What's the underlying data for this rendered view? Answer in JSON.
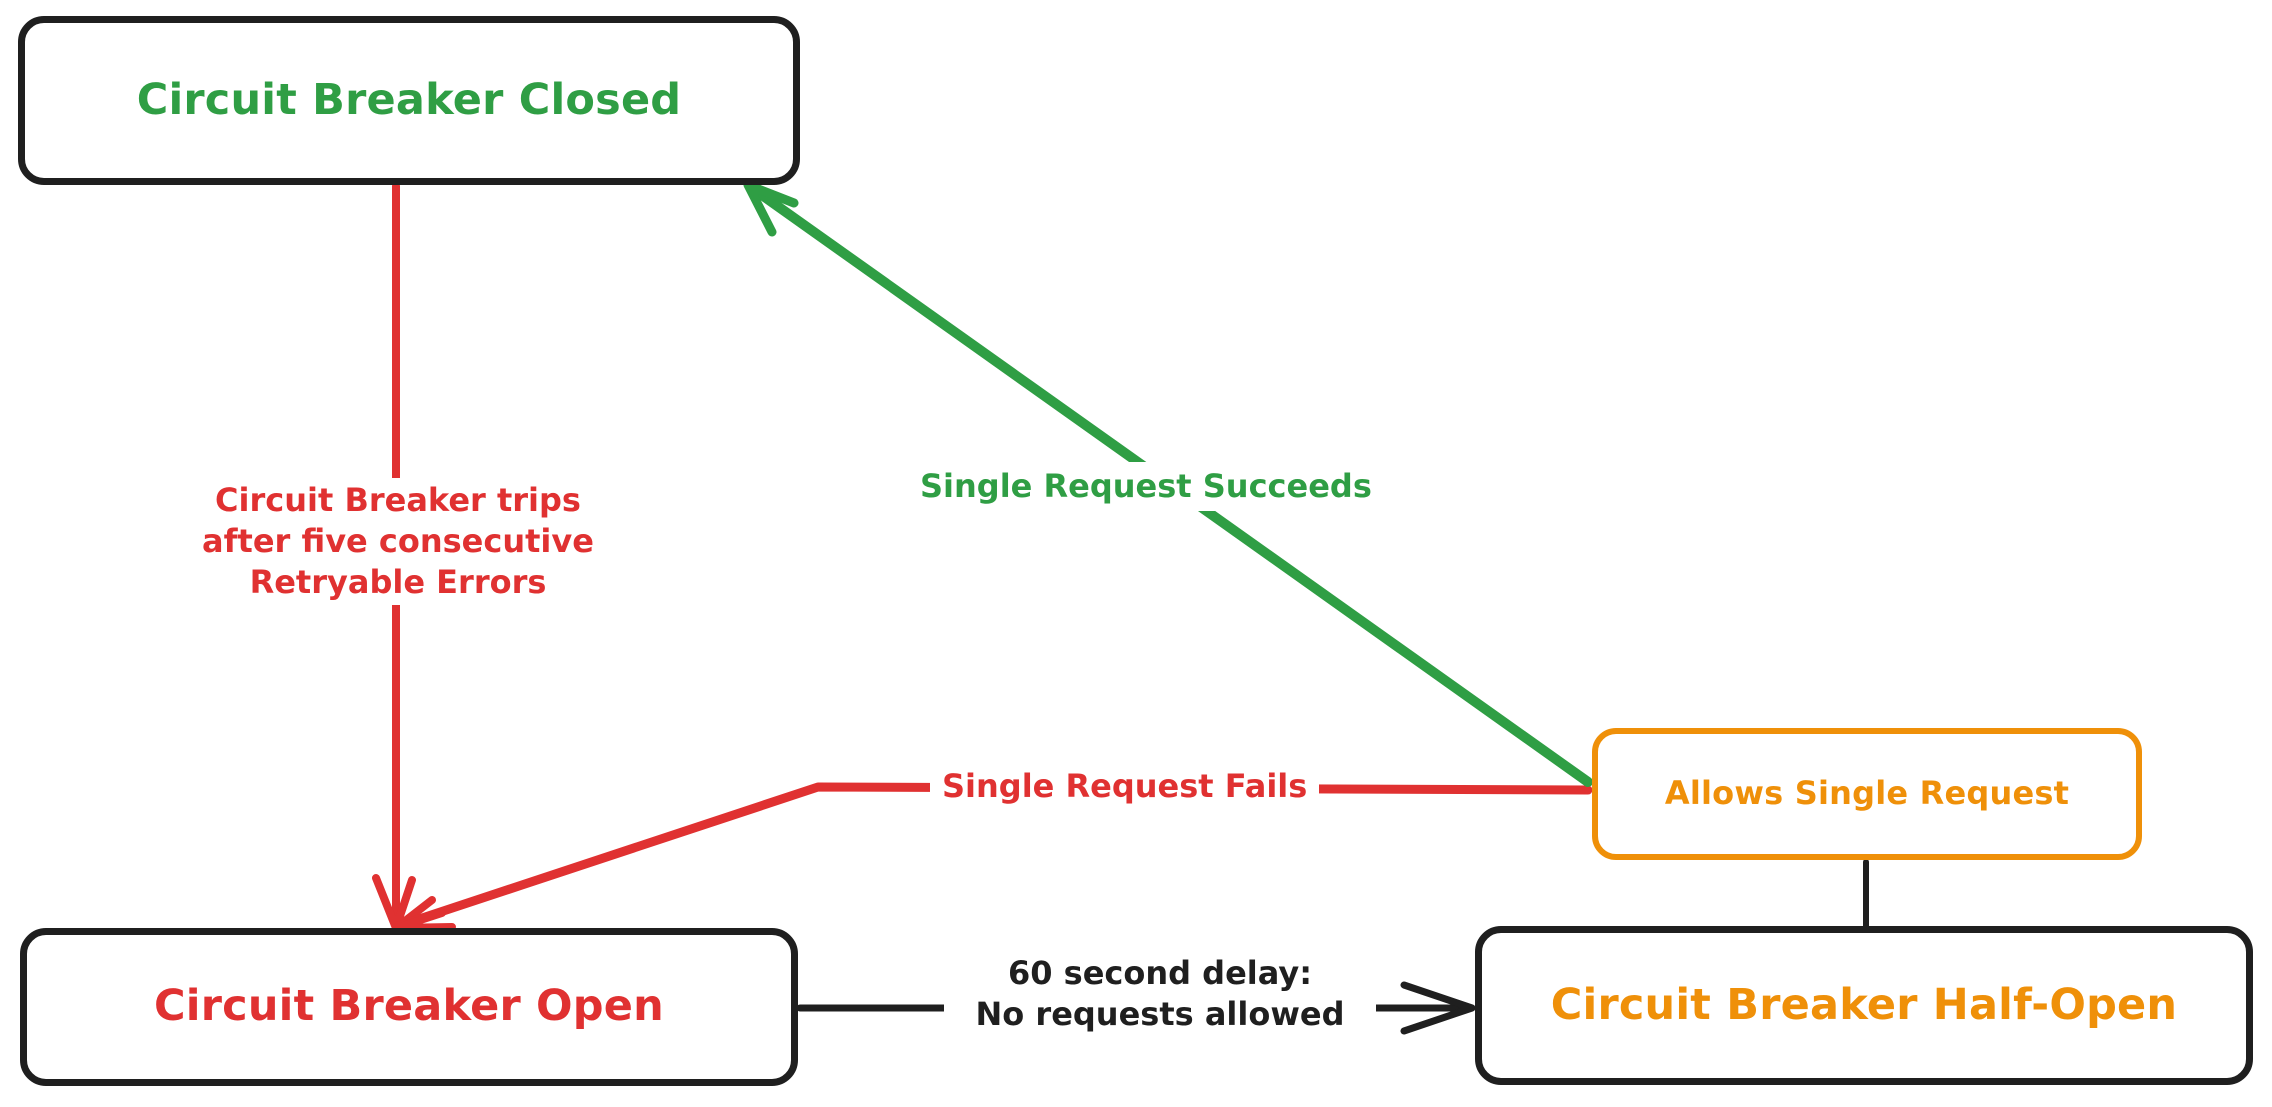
{
  "diagram": {
    "title": "Circuit Breaker State Diagram",
    "type": "state-machine-flowchart",
    "background": "#ffffff",
    "colors": {
      "green": "#2f9e44",
      "red": "#e03131",
      "orange": "#ef9009",
      "black": "#1f1f1f",
      "white": "#ffffff"
    }
  },
  "nodes": [
    {
      "id": "closed",
      "label": "Circuit Breaker Closed",
      "text_color": "#2f9e44",
      "border_color": "#1f1f1f"
    },
    {
      "id": "open",
      "label": "Circuit Breaker Open",
      "text_color": "#e03131",
      "border_color": "#1f1f1f"
    },
    {
      "id": "half_open",
      "label": "Circuit Breaker Half-Open",
      "text_color": "#ef9009",
      "border_color": "#1f1f1f"
    },
    {
      "id": "allows_single_request",
      "label": "Allows Single Request",
      "text_color": "#ef9009",
      "border_color": "#ef9009"
    }
  ],
  "edges": [
    {
      "id": "closed-to-open",
      "from": "closed",
      "to": "open",
      "color": "#e03131",
      "label_lines": [
        "Circuit Breaker trips",
        "after five consecutive",
        "Retryable Errors"
      ]
    },
    {
      "id": "open-to-half-open",
      "from": "open",
      "to": "half_open",
      "color": "#1f1f1f",
      "label_lines": [
        "60 second delay:",
        "No requests allowed"
      ]
    },
    {
      "id": "half-open-to-allows",
      "from": "half_open",
      "to": "allows_single_request",
      "color": "#1f1f1f",
      "label_lines": []
    },
    {
      "id": "allows-to-closed",
      "from": "allows_single_request",
      "to": "closed",
      "color": "#2f9e44",
      "label_lines": [
        "Single Request Succeeds"
      ]
    },
    {
      "id": "allows-to-open",
      "from": "allows_single_request",
      "to": "open",
      "color": "#e03131",
      "label_lines": [
        "Single Request Fails"
      ]
    }
  ]
}
